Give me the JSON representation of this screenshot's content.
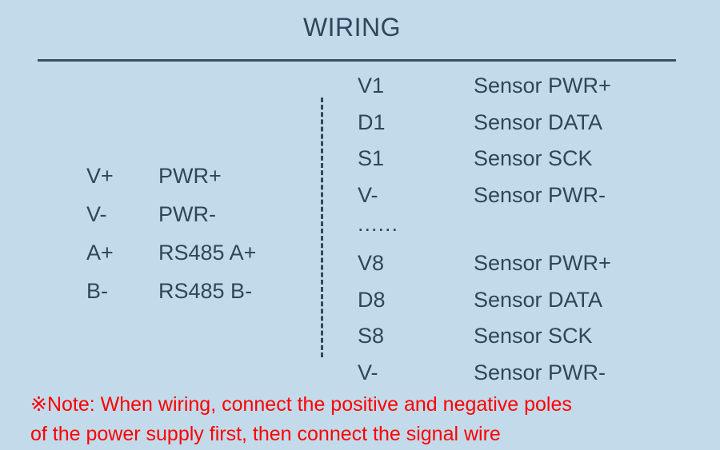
{
  "page": {
    "title": "WIRING",
    "background_color": "#c3daea",
    "text_color": "#2e4759",
    "note_color": "#ff0000"
  },
  "left_table": {
    "rows": [
      {
        "pin": "V+",
        "desc": "PWR+"
      },
      {
        "pin": "V-",
        "desc": "PWR-"
      },
      {
        "pin": "A+",
        "desc": "RS485 A+"
      },
      {
        "pin": "B-",
        "desc": "RS485 B-"
      }
    ]
  },
  "right_table": {
    "rows": [
      {
        "pin": "V1",
        "desc": "Sensor PWR+"
      },
      {
        "pin": "D1",
        "desc": "Sensor DATA"
      },
      {
        "pin": "S1",
        "desc": "Sensor SCK"
      },
      {
        "pin": "V-",
        "desc": "Sensor PWR-"
      },
      {
        "pin": "......",
        "desc": ""
      },
      {
        "pin": "V8",
        "desc": "Sensor PWR+"
      },
      {
        "pin": "D8",
        "desc": "Sensor DATA"
      },
      {
        "pin": "S8",
        "desc": "Sensor SCK"
      },
      {
        "pin": "V-",
        "desc": "Sensor PWR-"
      }
    ]
  },
  "note": {
    "line1": "※Note: When wiring, connect the positive and negative poles",
    "line2": "of the power supply first, then connect the signal wire"
  }
}
